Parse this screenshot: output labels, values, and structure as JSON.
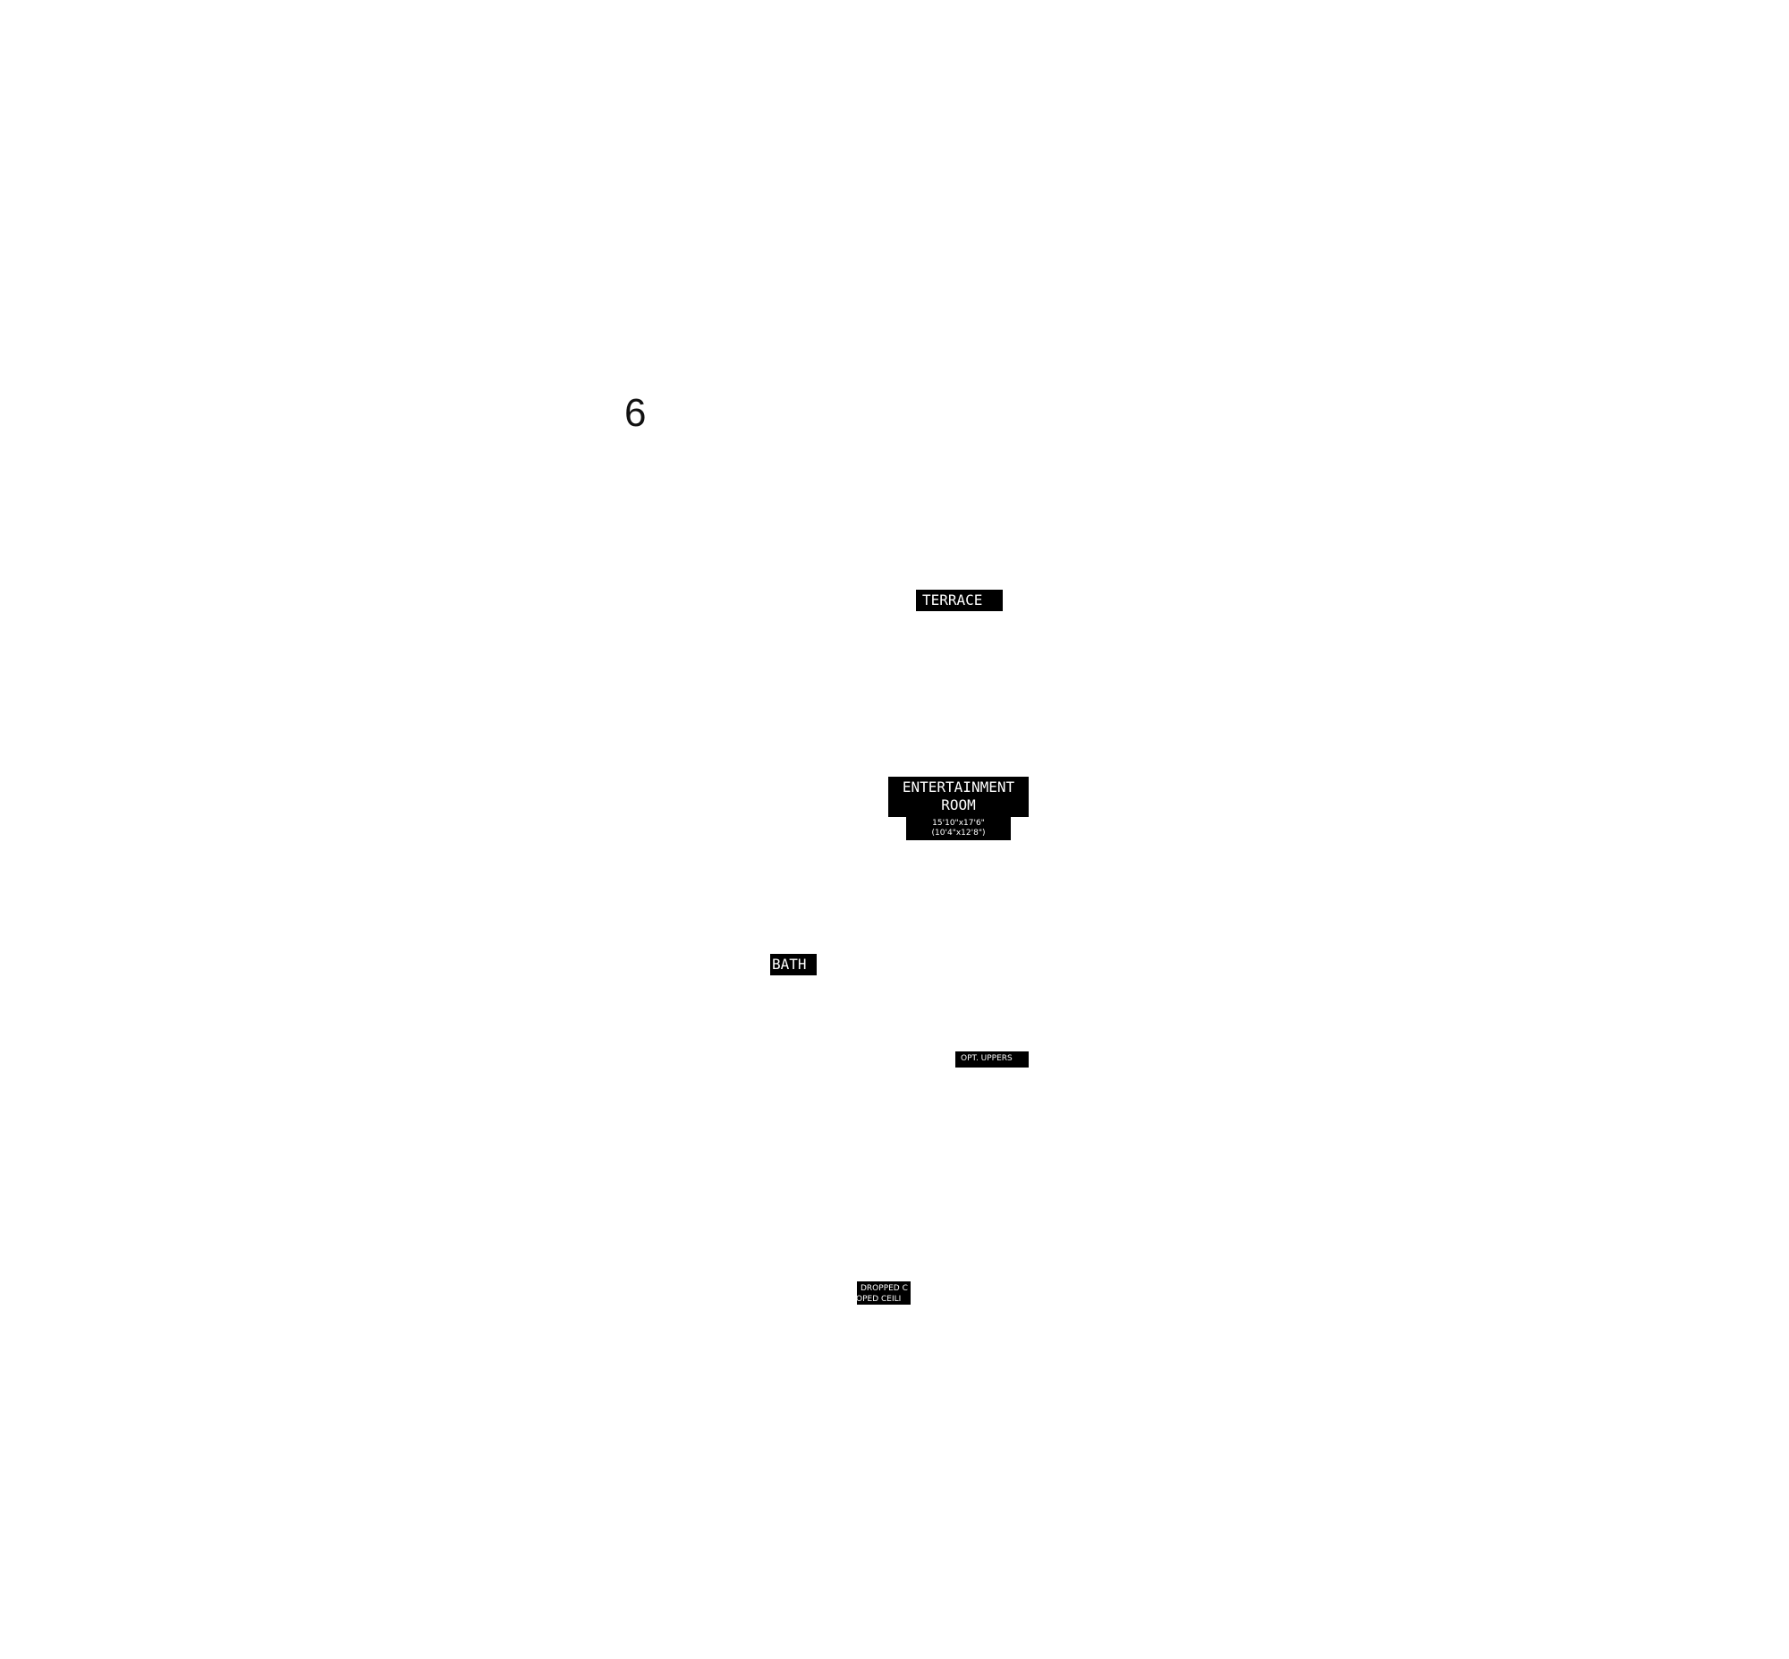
{
  "sheet_number": "6",
  "labels": {
    "terrace": "TERRACE",
    "entertainment_room": {
      "line1": "ENTERTAINMENT",
      "line2": "ROOM",
      "dims_line1": "15'10\"x17'6\"",
      "dims_line2": "(10'4\"x12'8\")"
    },
    "bath": "BATH",
    "opt_uppers": "OPT. UPPERS",
    "dropped_ceiling": {
      "line1": "DROPPED C",
      "line2": "OPED CEILI"
    }
  },
  "colors": {
    "background": "#ffffff",
    "tag_background": "#000000",
    "tag_text": "#ffffff"
  }
}
